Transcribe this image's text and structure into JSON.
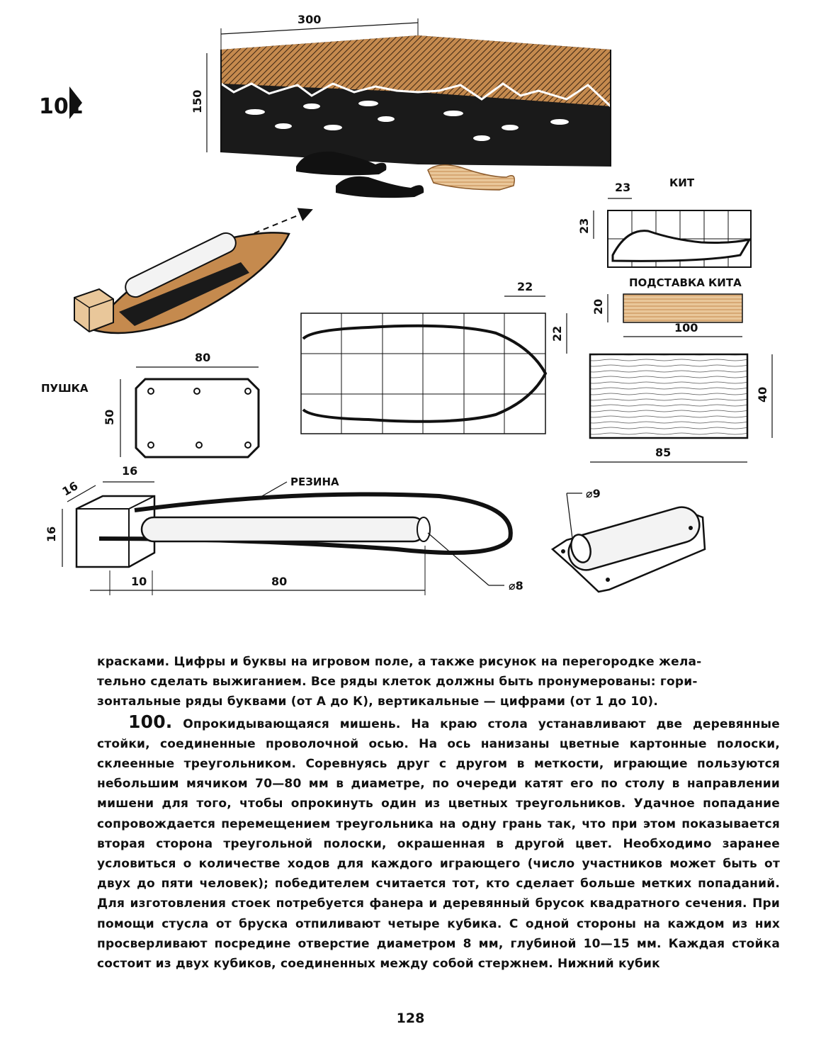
{
  "figure": {
    "number": "101",
    "labels": {
      "kit": "КИТ",
      "podstavka": "ПОДСТАВКА КИТА",
      "pushka": "ПУШКА",
      "rezina": "РЕЗИНА"
    },
    "dimensions": {
      "panel_width": "300",
      "panel_height": "150",
      "kit_cell_w": "23",
      "kit_cell_h": "23",
      "stand_h": "20",
      "stand_w": "100",
      "hull_cell_w": "22",
      "hull_cell_h": "22",
      "plate_w": "80",
      "plate_h": "50",
      "block_w": "85",
      "block_h": "40",
      "cube_a": "16",
      "cube_b": "16",
      "cube_c": "16",
      "offset": "10",
      "rod_len": "80",
      "rod_d": "⌀8",
      "tube_d": "⌀9"
    },
    "colors": {
      "wood": "#c58a4e",
      "wood_light": "#e9c79a",
      "ink": "#111111"
    }
  },
  "text": {
    "line1": "красками. Цифры и буквы на игровом поле, а также рисунок на перегородке жела-",
    "line2": "тельно сделать выжиганием. Все ряды клеток должны быть пронумерованы: гори-",
    "line3": "зонтальные ряды буквами (от А до К), вертикальные — цифрами (от 1 до 10).",
    "section_number": "100.",
    "section_title": "Опрокидывающаяся мишень.",
    "section_body": "На краю стола устанавливают две деревянные стойки, соединенные проволочной осью. На ось нанизаны цветные картонные полоски, склеенные треугольником. Соревнуясь друг с другом в меткости, играющие пользуются небольшим мячиком 70—80 мм в диаметре, по очереди катят его по столу в направлении мишени для того, чтобы опрокинуть один из цветных треугольников. Удачное попадание сопровождается перемещением треугольника на одну грань так, что при этом показывается вторая сторона треугольной полоски, окрашенная в другой цвет. Необходимо заранее условиться о количестве ходов для каждого играющего (число участников может быть от двух до пяти человек); победителем считается тот, кто сделает больше метких попаданий. Для изготовления стоек потребуется фанера и деревянный брусок квадратного сечения. При помощи стусла от бруска отпиливают четыре кубика. С одной стороны на каждом из них просверливают посредине отверстие диаметром 8 мм, глубиной 10—15 мм. Каждая стойка состоит из двух кубиков, соединенных между собой стержнем. Нижний кубик"
  },
  "page_number": "128"
}
